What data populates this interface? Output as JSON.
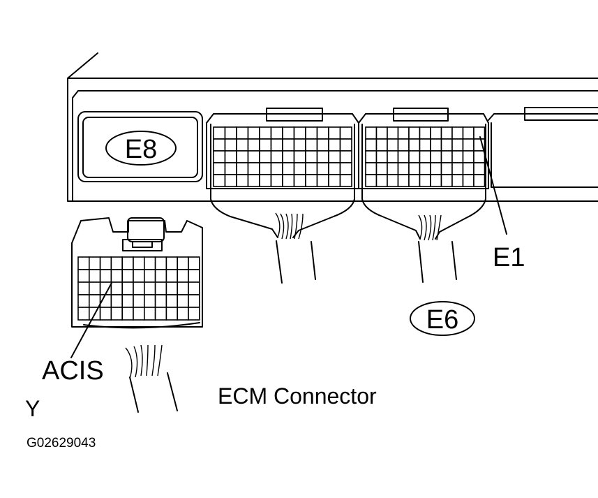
{
  "labels": {
    "e8": "E8",
    "e6": "E6",
    "e1": "E1",
    "acis": "ACIS",
    "title": "ECM Connector",
    "y": "Y",
    "figure_code": "G02629043"
  }
}
